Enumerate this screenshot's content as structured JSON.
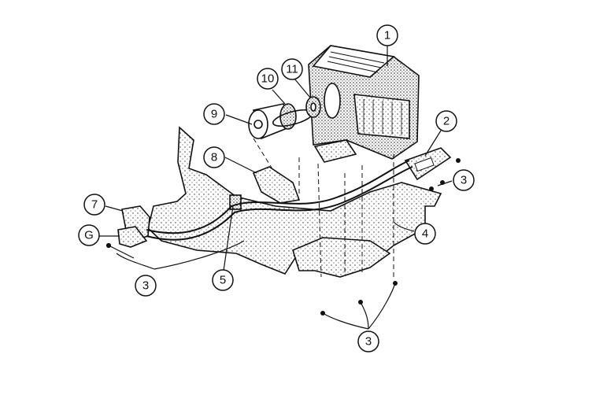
{
  "diagram": {
    "callouts": [
      {
        "id": "c1",
        "label": "1"
      },
      {
        "id": "c2",
        "label": "2"
      },
      {
        "id": "c3a",
        "label": "3"
      },
      {
        "id": "c3b",
        "label": "3"
      },
      {
        "id": "c3c",
        "label": "3"
      },
      {
        "id": "c4",
        "label": "4"
      },
      {
        "id": "c5",
        "label": "5"
      },
      {
        "id": "c6",
        "label": "G"
      },
      {
        "id": "c7",
        "label": "7"
      },
      {
        "id": "c8",
        "label": "8"
      },
      {
        "id": "c9",
        "label": "9"
      },
      {
        "id": "c10",
        "label": "10"
      },
      {
        "id": "c11",
        "label": "11"
      }
    ]
  }
}
